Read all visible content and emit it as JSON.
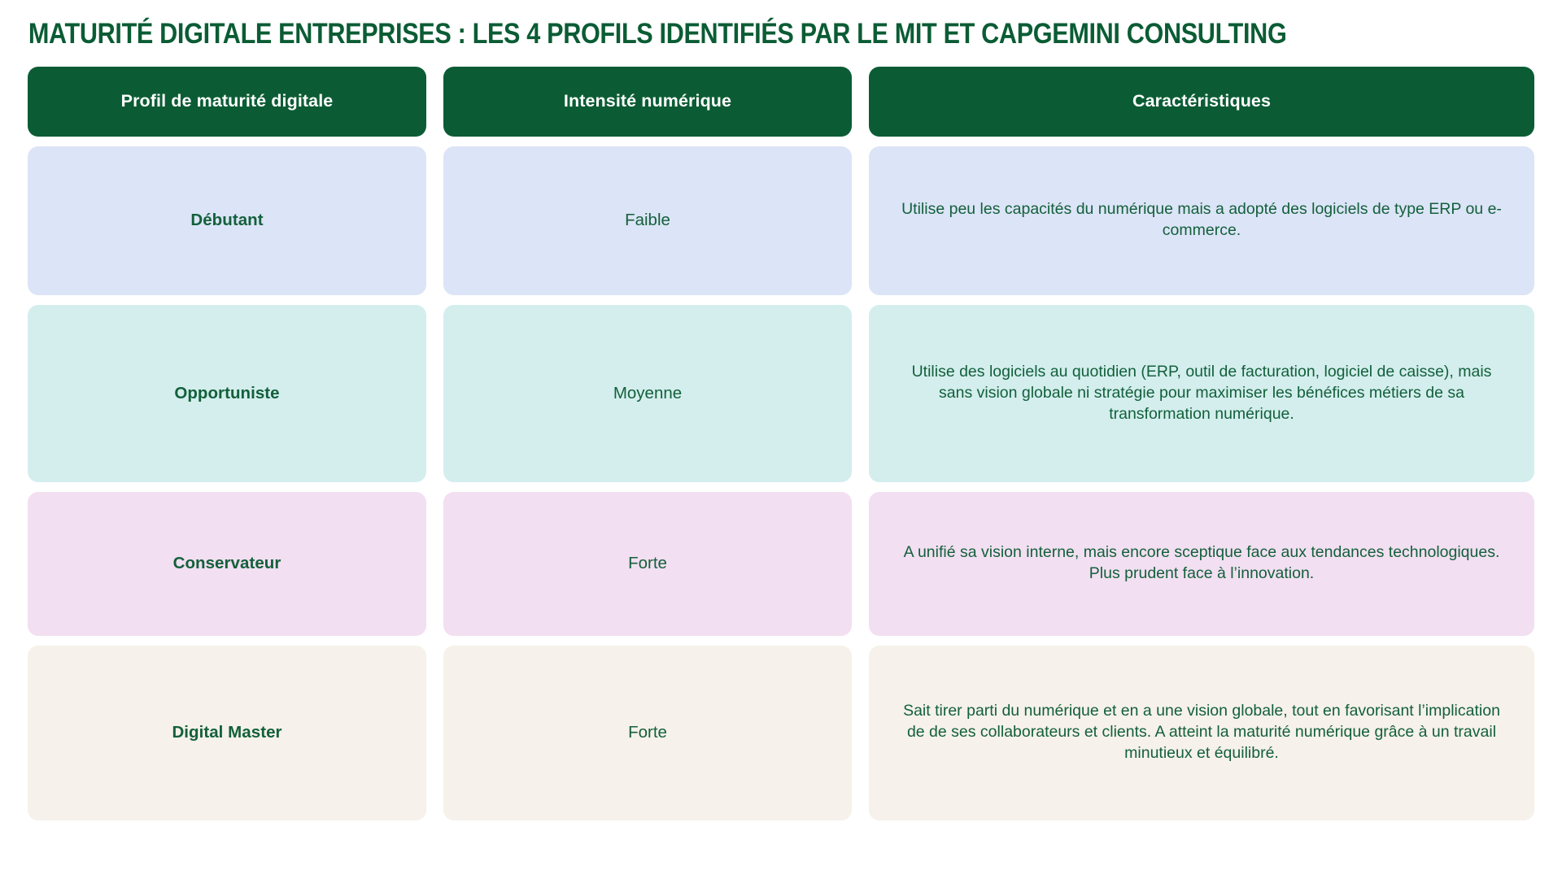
{
  "page": {
    "title": "MATURITÉ DIGITALE ENTREPRISES : LES 4 PROFILS IDENTIFIÉS PAR LE MIT ET CAPGEMINI CONSULTING",
    "background_color": "#ffffff"
  },
  "colors": {
    "header_green": "#0b5c34",
    "text_green": "#13603b",
    "header_text": "#ffffff",
    "row_1_bg": "#dce4f7",
    "row_2_bg": "#d3eeed",
    "row_3_bg": "#f2dff1",
    "row_4_bg": "#f6f1ea"
  },
  "table": {
    "headers": [
      "Profil de maturité digitale",
      "Intensité numérique",
      "Caractéristiques"
    ],
    "rows": [
      {
        "profile": "Débutant",
        "intensity": "Faible",
        "characteristics": "Utilise peu les capacités du numérique mais a adopté des logiciels de type ERP ou e-commerce.",
        "tint": "blue"
      },
      {
        "profile": "Opportuniste",
        "intensity": "Moyenne",
        "characteristics": "Utilise des logiciels au quotidien (ERP, outil de facturation, logiciel de caisse), mais sans vision globale ni stratégie pour maximiser les bénéfices métiers de sa transformation numérique.",
        "tint": "cyan"
      },
      {
        "profile": "Conservateur",
        "intensity": "Forte",
        "characteristics": "A unifié sa vision interne, mais encore sceptique face aux tendances technologiques. Plus prudent face à l’innovation.",
        "tint": "pink"
      },
      {
        "profile": "Digital Master",
        "intensity": "Forte",
        "characteristics": "Sait tirer parti du numérique et en a une vision globale, tout en favorisant l’implication de de ses collaborateurs et clients. A atteint la maturité numérique grâce à un travail minutieux et équilibré.",
        "tint": "cream"
      }
    ]
  }
}
